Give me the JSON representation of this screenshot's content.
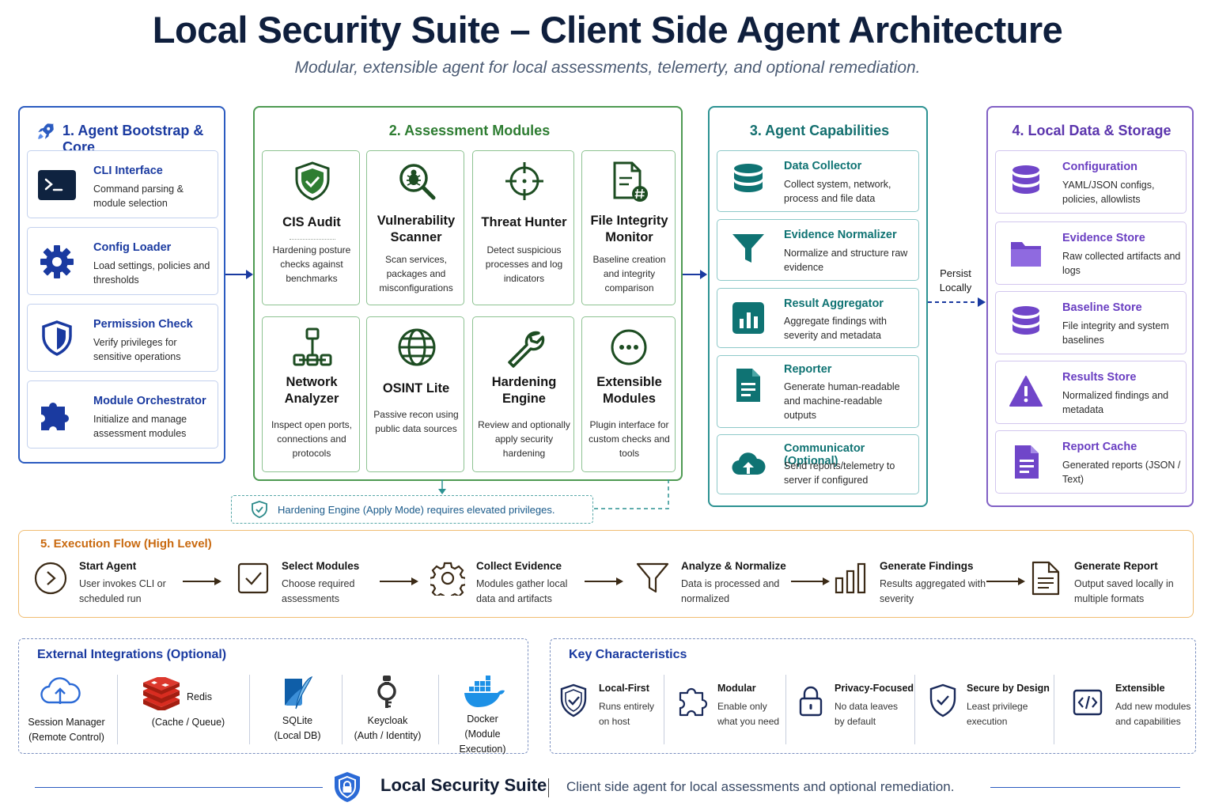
{
  "header": {
    "title": "Local Security Suite – Client Side Agent Architecture",
    "subtitle": "Modular, extensible agent for local assessments, telemerty, and optional remediation."
  },
  "colors": {
    "core": "#2b5bc0",
    "assessment": "#4e9a52",
    "capabilities": "#2c9292",
    "storage": "#8160c5",
    "flow": "#e08a2a",
    "navy": "#0f1f3d"
  },
  "core": {
    "title": "1. Agent Bootstrap & Core",
    "title_icon": "rocket-icon",
    "items": [
      {
        "title": "CLI Interface",
        "desc": "Command parsing & module selection",
        "icon": "terminal-icon"
      },
      {
        "title": "Config Loader",
        "desc": "Load settings, policies and thresholds",
        "icon": "gear-icon"
      },
      {
        "title": "Permission Check",
        "desc": "Verify privileges for sensitive operations",
        "icon": "shield-icon"
      },
      {
        "title": "Module Orchestrator",
        "desc": "Initialize and manage assessment modules",
        "icon": "puzzle-icon"
      }
    ]
  },
  "assessment": {
    "title": "2. Assessment Modules",
    "modules": [
      {
        "title": "CIS Audit",
        "desc": "Hardening posture checks against benchmarks",
        "icon": "shield-check-icon"
      },
      {
        "title": "Vulnerability Scanner",
        "desc": "Scan services, packages and misconfigurations",
        "icon": "bug-magnifier-icon"
      },
      {
        "title": "Threat Hunter",
        "desc": "Detect suspicious processes and log indicators",
        "icon": "crosshair-icon"
      },
      {
        "title": "File Integrity Monitor",
        "desc": "Baseline creation and integrity comparison",
        "icon": "file-hash-icon"
      },
      {
        "title": "Network Analyzer",
        "desc": "Inspect open ports, connections and protocols",
        "icon": "network-icon"
      },
      {
        "title": "OSINT Lite",
        "desc": "Passive recon using public data sources",
        "icon": "globe-icon"
      },
      {
        "title": "Hardening Engine",
        "desc": "Review and optionally apply security hardening",
        "icon": "wrench-icon"
      },
      {
        "title": "Extensible Modules",
        "desc": "Plugin interface for custom checks and tools",
        "icon": "more-icon"
      }
    ],
    "note": "Hardening Engine (Apply Mode) requires elevated privileges."
  },
  "capabilities": {
    "title": "3. Agent Capabilities",
    "items": [
      {
        "title": "Data Collector",
        "desc": "Collect system, network, process and file data",
        "icon": "database-icon"
      },
      {
        "title": "Evidence Normalizer",
        "desc": "Normalize and structure raw evidence",
        "icon": "funnel-icon"
      },
      {
        "title": "Result Aggregator",
        "desc": "Aggregate findings with severity and metadata",
        "icon": "bar-chart-icon"
      },
      {
        "title": "Reporter",
        "desc": "Generate human-readable and machine-readable outputs",
        "icon": "document-icon"
      },
      {
        "title": "Communicator (Optional)",
        "desc": "Send reports/telemetry to server if configured",
        "icon": "cloud-upload-icon"
      }
    ]
  },
  "persist_label": "Persist Locally",
  "storage": {
    "title": "4. Local Data & Storage",
    "items": [
      {
        "title": "Configuration",
        "desc": "YAML/JSON configs, policies, allowlists",
        "icon": "database-icon"
      },
      {
        "title": "Evidence Store",
        "desc": "Raw collected artifacts and logs",
        "icon": "folder-icon"
      },
      {
        "title": "Baseline Store",
        "desc": "File integrity and system baselines",
        "icon": "database-icon"
      },
      {
        "title": "Results Store",
        "desc": "Normalized findings and metadata",
        "icon": "warning-icon"
      },
      {
        "title": "Report Cache",
        "desc": "Generated reports (JSON / Text)",
        "icon": "document-icon"
      }
    ]
  },
  "flow": {
    "title": "5. Execution Flow (High Level)",
    "steps": [
      {
        "title": "Start Agent",
        "desc": "User invokes CLI or scheduled run",
        "icon": "play-icon"
      },
      {
        "title": "Select Modules",
        "desc": "Choose required assessments",
        "icon": "checkbox-icon"
      },
      {
        "title": "Collect Evidence",
        "desc": "Modules gather local data and artifacts",
        "icon": "gear-icon"
      },
      {
        "title": "Analyze & Normalize",
        "desc": "Data is processed and normalized",
        "icon": "funnel-icon"
      },
      {
        "title": "Generate Findings",
        "desc": "Results aggregated with severity",
        "icon": "bar-chart-icon"
      },
      {
        "title": "Generate Report",
        "desc": "Output saved locally in multiple formats",
        "icon": "document-icon"
      }
    ]
  },
  "integrations": {
    "title": "External Integrations (Optional)",
    "items": [
      {
        "name": "Session Manager",
        "sub": "(Remote Control)",
        "icon": "cloud-upload-icon"
      },
      {
        "name": "Redis",
        "sub": "(Cache / Queue)",
        "icon": "redis-icon"
      },
      {
        "name": "SQLite",
        "sub": "(Local DB)",
        "icon": "sqlite-icon"
      },
      {
        "name": "Keycloak",
        "sub": "(Auth / Identity)",
        "icon": "keycloak-icon"
      },
      {
        "name": "Docker",
        "sub": "(Module Execution)",
        "icon": "docker-icon"
      }
    ]
  },
  "characteristics": {
    "title": "Key Characteristics",
    "items": [
      {
        "name": "Local-First",
        "desc": "Runs entirely on host",
        "icon": "shield-check-icon"
      },
      {
        "name": "Modular",
        "desc": "Enable only what you need",
        "icon": "puzzle-icon"
      },
      {
        "name": "Privacy-Focused",
        "desc": "No data leaves by default",
        "icon": "lock-icon"
      },
      {
        "name": "Secure by Design",
        "desc": "Least privilege execution",
        "icon": "shield-check-icon"
      },
      {
        "name": "Extensible",
        "desc": "Add new modules and capabilities",
        "icon": "code-icon"
      }
    ]
  },
  "footer": {
    "brand": "Local Security Suite",
    "tagline": "Client side agent for local assessments and optional remediation."
  }
}
